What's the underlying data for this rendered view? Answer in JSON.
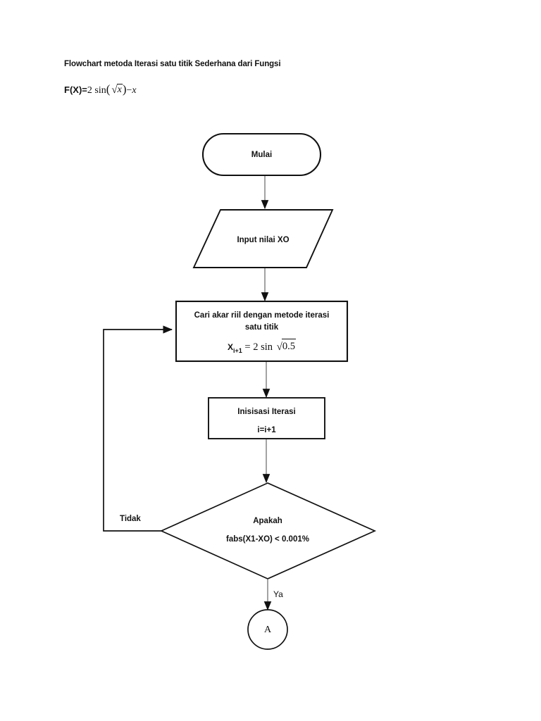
{
  "document": {
    "title_line": "Flowchart metoda Iterasi satu titik Sederhana dari Fungsi",
    "formula": {
      "lhs": "F(X)=",
      "coefficient": "2",
      "function": "sin",
      "open_paren": "(",
      "radical": "√",
      "radicand": "x",
      "close_paren": ")",
      "operator": "−",
      "variable": "x",
      "plain": "F(X)= 2 sin(√x) − x"
    }
  },
  "colors": {
    "background": "#ffffff",
    "shape_stroke": "#111111",
    "connector_stroke": "#8c8c8c",
    "arrowhead": "#111111",
    "text": "#111111"
  },
  "flowchart": {
    "nodes": [
      {
        "id": "start",
        "shape": "terminator",
        "label": "Mulai"
      },
      {
        "id": "input",
        "shape": "parallelogram",
        "label": "Input nilai XO"
      },
      {
        "id": "process-iterasi",
        "shape": "rectangle",
        "line1": "Cari akar riil dengan metode iterasi",
        "line2": "satu titik",
        "formula_var": "X",
        "formula_sub": "i+1",
        "formula_rest": "= 2 sin",
        "formula_radical": "√",
        "formula_radicand": "0.5",
        "formula_plain": "X i+1 = 2 sin √0.5"
      },
      {
        "id": "process-inisiasi",
        "shape": "rectangle",
        "line1": "Inisisasi Iterasi",
        "line2": "i=i+1"
      },
      {
        "id": "decision",
        "shape": "diamond",
        "line1": "Apakah",
        "line2": "fabs(X1-XO) < 0.001%"
      },
      {
        "id": "connector-a",
        "shape": "circle",
        "label": "A"
      }
    ],
    "edge_labels": {
      "no": "Tidak",
      "yes": "Ya"
    }
  }
}
